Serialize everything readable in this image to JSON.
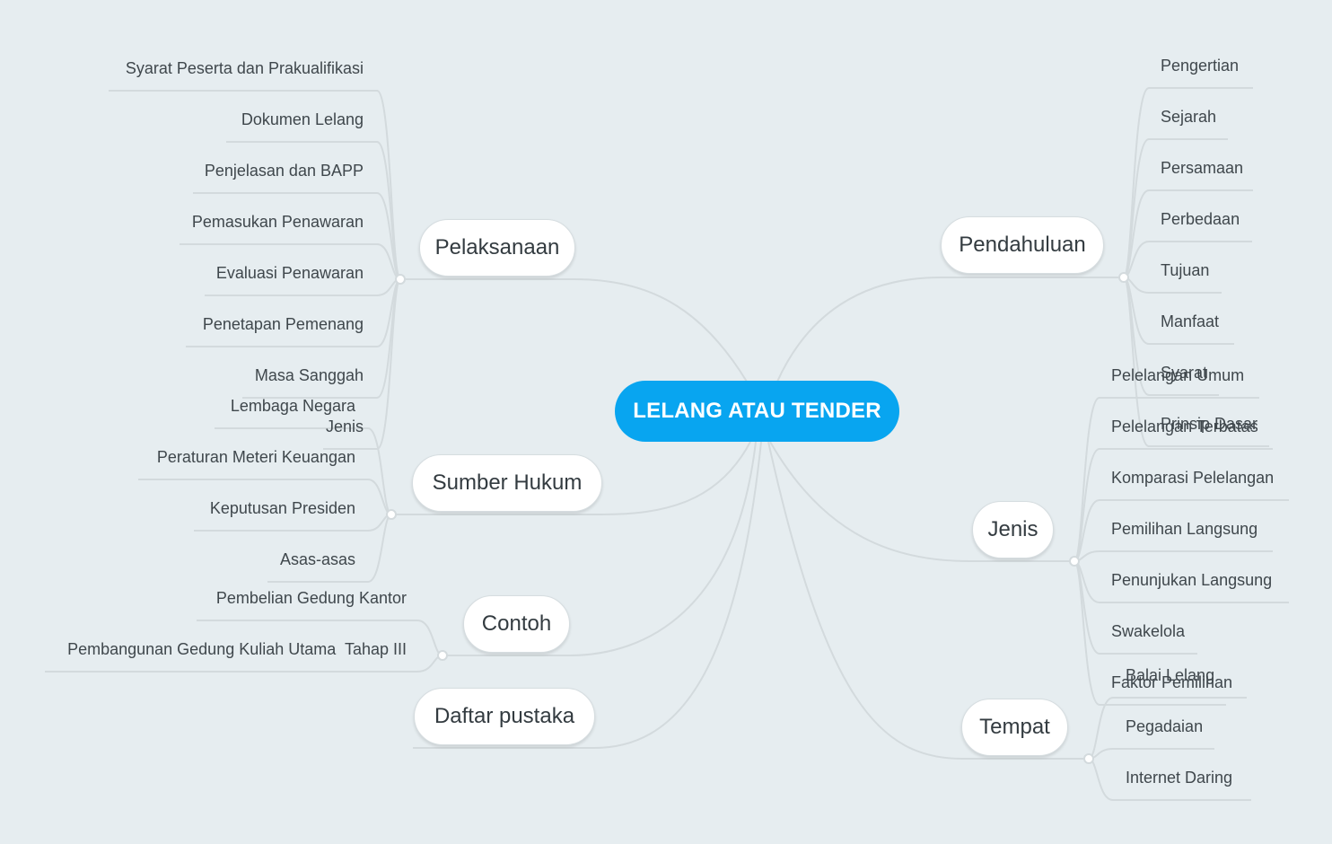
{
  "central": "LELANG ATAU TENDER",
  "branches": {
    "pelaksanaan": {
      "label": "Pelaksanaan",
      "children": [
        "Syarat Peserta dan Prakualifikasi",
        "Dokumen Lelang",
        "Penjelasan dan BAPP",
        "Pemasukan Penawaran",
        "Evaluasi Penawaran",
        "Penetapan Pemenang",
        "Masa Sanggah",
        "Jenis"
      ]
    },
    "sumber_hukum": {
      "label": "Sumber Hukum",
      "children": [
        "Lembaga Negara",
        "Peraturan Meteri Keuangan",
        "Keputusan Presiden",
        "Asas-asas"
      ]
    },
    "contoh": {
      "label": "Contoh",
      "children": [
        "Pembelian Gedung Kantor",
        "Pembangunan Gedung Kuliah Utama  Tahap III"
      ]
    },
    "daftar_pustaka": {
      "label": "Daftar pustaka",
      "children": []
    },
    "pendahuluan": {
      "label": "Pendahuluan",
      "children": [
        "Pengertian",
        "Sejarah",
        "Persamaan",
        "Perbedaan",
        "Tujuan",
        "Manfaat",
        "Syarat",
        "Prinsip Dasar"
      ]
    },
    "jenis": {
      "label": "Jenis",
      "children": [
        "Pelelangan Umum",
        "Pelelangan Terbatas",
        "Komparasi Pelelangan",
        "Pemilihan Langsung",
        "Penunjukan Langsung",
        "Swakelola",
        "Faktor Pemilihan"
      ]
    },
    "tempat": {
      "label": "Tempat",
      "children": [
        "Balai Lelang",
        "Pegadaian",
        "Internet Daring"
      ]
    }
  },
  "colors": {
    "background": "#e6edf0",
    "central": "#08a5f0",
    "connector": "#d3dadd",
    "text": "#3f474c"
  }
}
